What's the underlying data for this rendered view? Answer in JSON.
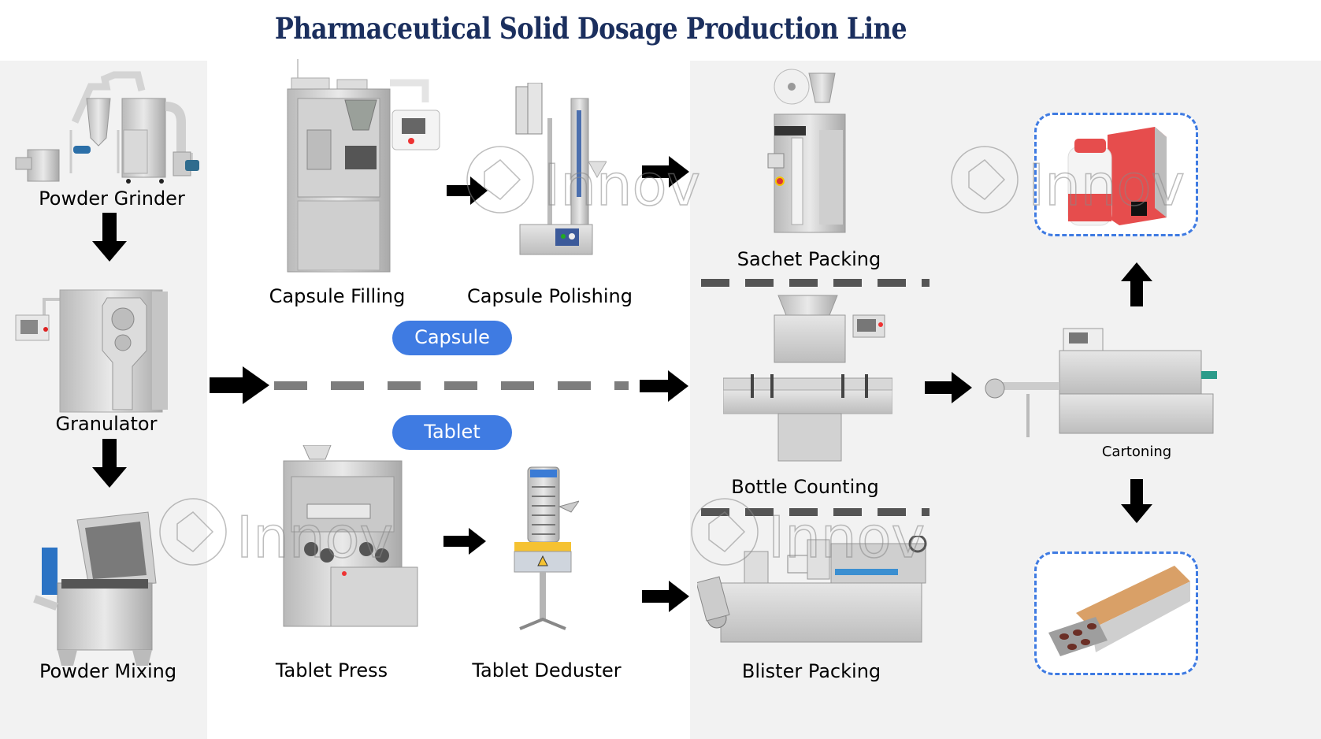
{
  "title": "Pharmaceutical Solid Dosage Production Line",
  "colors": {
    "title": "#1b2f5e",
    "pill": "#3f7be2",
    "panel": "#f2f2f2",
    "arrow": "#000000",
    "dash": "#7d7d7d",
    "product_border": "#3f7be2"
  },
  "watermark_text": "Innov",
  "preparation": {
    "steps": [
      {
        "label": "Powder Grinder",
        "icon": "powder-grinder-machine"
      },
      {
        "label": "Granulator",
        "icon": "granulator-machine"
      },
      {
        "label": "Powder Mixing",
        "icon": "powder-mixer-machine"
      }
    ]
  },
  "branches": {
    "capsule": {
      "tag": "Capsule",
      "steps": [
        {
          "label": "Capsule Filling",
          "icon": "capsule-filling-machine"
        },
        {
          "label": "Capsule Polishing",
          "icon": "capsule-polishing-machine"
        }
      ]
    },
    "tablet": {
      "tag": "Tablet",
      "steps": [
        {
          "label": "Tablet Press",
          "icon": "tablet-press-machine"
        },
        {
          "label": "Tablet Deduster",
          "icon": "tablet-deduster-machine"
        }
      ]
    }
  },
  "packaging": {
    "steps": [
      {
        "label": "Sachet Packing",
        "icon": "sachet-packing-machine"
      },
      {
        "label": "Bottle Counting",
        "icon": "bottle-counting-machine"
      },
      {
        "label": "Blister Packing",
        "icon": "blister-packing-machine"
      }
    ]
  },
  "cartoning": {
    "label": "Cartoning",
    "icon": "cartoning-machine",
    "outputs": [
      {
        "name": "bottle-with-box",
        "icon": "bottle-box-product"
      },
      {
        "name": "blister-in-carton",
        "icon": "blister-carton-product"
      }
    ]
  }
}
